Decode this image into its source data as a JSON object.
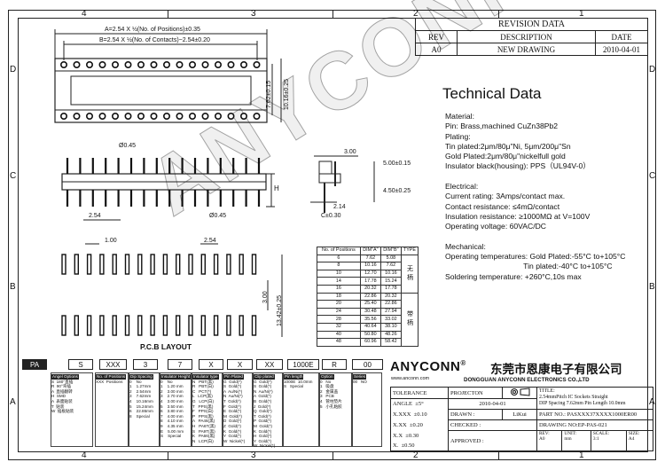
{
  "border_zones": {
    "top": [
      "4",
      "3",
      "2",
      "1"
    ],
    "bottom": [
      "4",
      "3",
      "2",
      "1"
    ],
    "left": [
      "D",
      "C",
      "B",
      "A"
    ],
    "right": [
      "D",
      "C",
      "B",
      "A"
    ]
  },
  "revision": {
    "title": "REVISION DATA",
    "headers": [
      "REV",
      "DESCRIPTION",
      "DATE"
    ],
    "rows": [
      [
        "A0",
        "NEW DRAWING",
        "2010-04-01"
      ]
    ]
  },
  "technical": {
    "title": "Technical Data",
    "lines": [
      "Material:",
      "Pin: Brass,machined CuZn38Pb2",
      "Plating:",
      "Tin plated:2μm/80μ\"Ni, 5μm/200μ\"Sn",
      "Gold Plated:2μm/80μ\"nickelfull gold",
      "Insulator black(housing): PPS（UL94V-0）",
      "",
      "Electrical:",
      "Current rating: 3Amps/contact max.",
      "Contact resistance: ≤4mΩ/contact",
      "Insulation resistance: ≥1000MΩ at V=100V",
      "Operating voltage: 60VAC/DC",
      "",
      "Mechanical:",
      "Operating temperatures: Gold Plated:-55°C to+105°C",
      "                                     Tin plated:-40°C to+105°C",
      "Soldering temperature: +260°C,10s max"
    ]
  },
  "dims": {
    "a": "A=2.54 X ½(No. of Positions)±0.35",
    "b": "B=2.54 X ½(No. of Contacts)−2.54±0.20",
    "d762": "7.62±0.15",
    "d1016": "10.16±0.25",
    "pin045a": "Ø0.45",
    "pin045b": "Ø0.45",
    "p254a": "2.54",
    "h": "H",
    "d300a": "3.00",
    "d500": "5.00±0.15",
    "d450": "4.50±0.25",
    "d214": "2.14",
    "d030": "C±0.30",
    "d100": "1.00",
    "p254b": "2.54",
    "d300b": "3.00",
    "d1342": "13.42±0.25",
    "pcb": "P.C.B LAYOUT"
  },
  "positions": {
    "headers": [
      "No. of Positions",
      "DIM\"A\"",
      "DIM\"B\"",
      "TYPE"
    ],
    "rows": [
      [
        "6",
        "7.62",
        "5.08"
      ],
      [
        "8",
        "10.16",
        "7.62"
      ],
      [
        "10",
        "12.70",
        "10.16"
      ],
      [
        "14",
        "17.78",
        "15.24"
      ],
      [
        "16",
        "20.32",
        "17.78"
      ],
      [
        "18",
        "22.86",
        "20.32"
      ],
      [
        "20",
        "25.40",
        "22.86"
      ],
      [
        "24",
        "30.48",
        "27.94"
      ],
      [
        "28",
        "35.56",
        "33.02"
      ],
      [
        "32",
        "40.64",
        "38.10"
      ],
      [
        "40",
        "50.80",
        "48.26"
      ],
      [
        "48",
        "60.96",
        "58.42"
      ]
    ],
    "type_a": "无柄",
    "type_b": "带柄"
  },
  "order": {
    "codes": [
      "PA",
      "S",
      "XXX",
      "3",
      "7",
      "X",
      "X",
      "XX",
      "1000E",
      "R",
      "00"
    ],
    "columns": [
      {
        "title": "Angel Options",
        "items": [
          "S  180°直插",
          "R  90°弯插",
          "A  直插翻转",
          "H  SMD",
          "A  表面贴装",
          "T  贴装",
          "W  插板贴装"
        ]
      },
      {
        "title": "No. of Positions",
        "items": [
          "XXX  Positions"
        ]
      },
      {
        "title": "Dip Spacing",
        "items": [
          "0    No",
          "1    1.27mm",
          "2    2.54mm",
          "3    7.62mm",
          "4    10.16mm",
          "5    15.24mm",
          "6    22.86mm",
          "8    Special"
        ]
      },
      {
        "title": "Insulator Height",
        "items": [
          "0    No",
          "1    1.20 mm",
          "2    3.00 mm",
          "3    2.70 mm",
          "4    3.00 mm",
          "5    3.50 mm",
          "6    3.80 mm",
          "7    4.00 mm",
          "8    4.10 mm",
          "9    4.35 mm",
          "E    5.00 mm",
          "S    Special"
        ]
      },
      {
        "title": "Insulator type",
        "items": [
          "N   PBT(黑)",
          "R   PBT(白)",
          "C   PCT(*)",
          "L   LCP(黑)",
          "G   LCP(白)",
          "T   PPS(黑)",
          "F   PPS(白)",
          "P   PPS(黑)",
          "A   PA46(黑)",
          "H   PA6T(黑)",
          "S   PA9T(黑)",
          "K   PA66(黑)",
          "N   LCP(白)"
        ]
      },
      {
        "title": "Pin Plated",
        "items": [
          "G  Gold(*)",
          "S  Gold(*)",
          "A  Au/Ni(*)",
          "N  Au/Ni(*)",
          "T  Gold(*)",
          "F  Gold(*)",
          "E  Gold(*)",
          "M  Gold(*)",
          "D  Gold(*)",
          "Z  Gold(*)",
          "K  Gold(*)",
          "Y  Gold(*)",
          "W  Nickel(*)"
        ]
      },
      {
        "title": "Clip plated",
        "items": [
          "G  Gold(*)",
          "S  Gold(*)",
          "N  Au/Ni(*)",
          "A  Gold(*)",
          "B  Gold(*)",
          "J  Gold(*)",
          "Q  Gold(*)",
          "T  Gold(*)",
          "P  Gold(*)",
          "M  Gold(*)",
          "K  Gold(*)",
          "H  Gold(*)",
          "Y  Gold(*)",
          "W  Nickel(*)"
        ]
      },
      {
        "title": "Pin length",
        "items": [
          "1000E  10.0mm",
          "S   Special"
        ]
      },
      {
        "title": "Option",
        "items": [
          "0   No",
          "1   吸盘",
          "2   金属盖",
          "3   PCB",
          "4   管柱垫片",
          "5   小孔粘胶"
        ]
      },
      {
        "title": "Series",
        "items": [
          "00   NO"
        ]
      }
    ]
  },
  "company": {
    "brand": "ANYCONN",
    "reg": "®",
    "cn": "东莞市恩康电子有限公司",
    "web": "www.anconn.com",
    "en": "DONGGUAN  ANYCONN  ELECTRONICS  CO.,LTD"
  },
  "title_block": {
    "tolerance": "TOLERANCE",
    "projection": "PROJECTON",
    "title_label": "TITLE:",
    "title_l1": "2.54mmPitch IC Sockets Straight",
    "title_l2": "DIP Spacing 7.62mm Pin Length 10.0mm",
    "angle": "ANGLE",
    "angle_val": "±5°",
    "tols": [
      [
        "X.XXX",
        "±0.10"
      ],
      [
        "X.XX",
        "±0.20"
      ],
      [
        "X.X",
        "±0.30"
      ],
      [
        "X.",
        "±0.50"
      ]
    ],
    "date": "2010-04-01",
    "drawn_label": "DRAWN :",
    "drawn_val": "LiKui",
    "checked_label": "CHECKED :",
    "approved_label": "APPROVED :",
    "part_label": "PART NO.:",
    "part_val": "PASXXX37XXXX1000ER00",
    "drawing_label": "DRAWING NO:",
    "drawing_val": "EP-PAS-021",
    "rev_label": "REV:",
    "rev_val": "A0",
    "unit_label": "UNIT:",
    "unit_val": "mm",
    "scale_label": "SCALE:",
    "scale_val": "3:1",
    "size_label": "SIZE:",
    "size_val": "A4"
  },
  "watermark": "ANYCONN"
}
